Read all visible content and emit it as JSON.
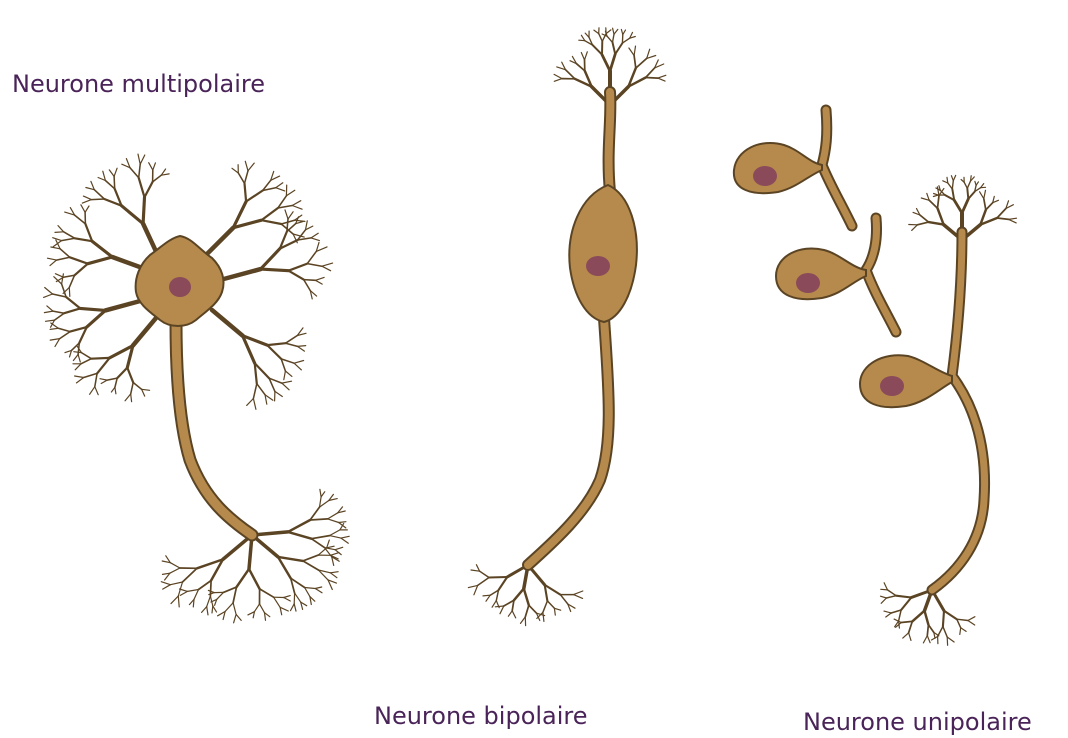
{
  "labels": {
    "multipolar": "Neurone multipolaire",
    "bipolar": "Neurone bipolaire",
    "unipolar": "Neurone unipolaire"
  },
  "colors": {
    "cell_body": "#b58a4c",
    "outline": "#5b4424",
    "nucleus": "#8a4a5a",
    "label_text": "#4a2458"
  }
}
